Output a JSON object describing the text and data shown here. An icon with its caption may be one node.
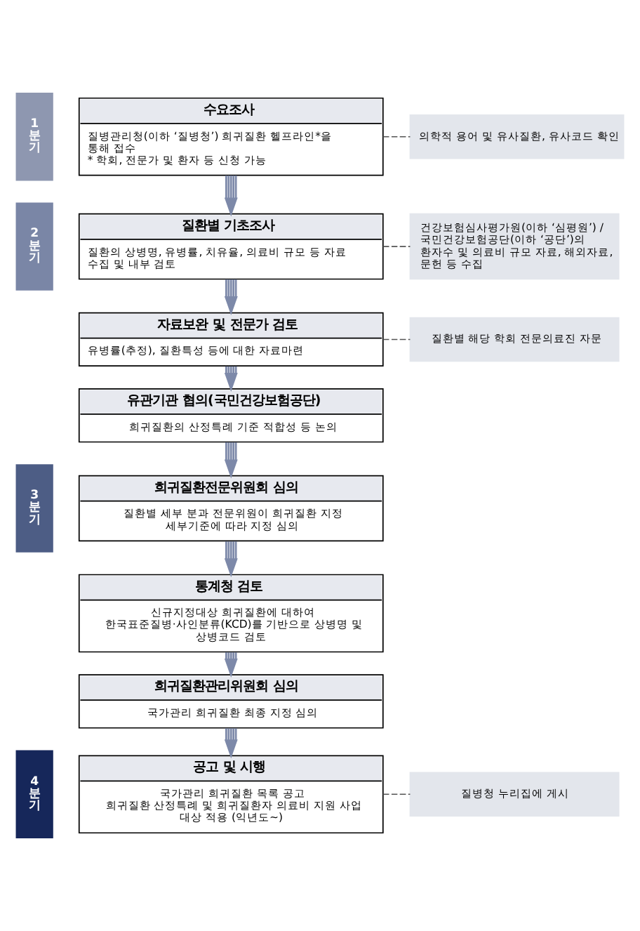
{
  "diagram": {
    "nodes": [
      {
        "text": [
          "1분기"
        ]
      },
      {
        "text": [
          "수요조사",
          "질병관리청(이하 ‘질병청’) 희귀질환 헬프라인*을 통해 접수",
          "* 학회, 전문가 및 환자 등 신청 가능"
        ]
      },
      {
        "text": [
          "의학적 용어 및 유사질환, 유사코드 확인"
        ]
      },
      {
        "text": [
          "2분기"
        ]
      },
      {
        "text": [
          "질환별 기초조사",
          "질환의 상병명, 유병률, 치유율, 의료비 규모 등 자료 수집 및 내부 검토"
        ]
      },
      {
        "text": [
          "건강보험심사평가원(이하 ‘심평원’) / 국민건강보험공단(이하 ‘공단’)의 환자수 및 의료비 규모 자료, 해외자료, 문헌 등 수집"
        ]
      },
      {
        "text": [
          "자료보완 및 전문가 검토",
          "유병률(추정), 질환특성 등에 대한 자료마련"
        ]
      },
      {
        "text": [
          "질환별 해당 학회 전문의료진 자문"
        ]
      },
      {
        "text": [
          "3분기"
        ]
      },
      {
        "text": [
          "유관기관 협의(국민건강보험공단)",
          "희귀질환의 산정특례 기준 적합성 등 논의"
        ]
      },
      {
        "text": [
          "희귀질환전문위원회 심의",
          "질환별 세부 분과 전문위원이 희귀질환 지정 세부기준에 따라 지정 심의"
        ]
      },
      {
        "text": [
          "통계청 검토",
          "신규지정대상 희귀질환에 대하여 한국표준질병·사인분류(KCD)를 기반으로 상병명 및 상병코드 검토"
        ]
      },
      {
        "text": [
          "희귀질환관리위원회 심의",
          "국가관리 희귀질환 최종 지정 심의"
        ]
      },
      {
        "text": [
          "4분기"
        ]
      },
      {
        "text": [
          "공고 및 시행",
          "국가관리 희귀질환 목록 공고",
          "희귀질환 산정특례 및 희귀질환자 의료비 지원 사업 대상 적용 (익년도~)"
        ]
      },
      {
        "text": [
          "질병청 누리집에 게시"
        ]
      }
    ],
    "edges": [
      {
        "from": 1,
        "to": 2,
        "arrow": "none",
        "style": "dashed",
        "color": "#555555"
      },
      {
        "from": 1,
        "to": 4,
        "arrow": "to"
      },
      {
        "from": 4,
        "to": 5,
        "arrow": "none",
        "style": "dashed",
        "color": "#555555"
      },
      {
        "from": 4,
        "to": 6,
        "arrow": "to"
      },
      {
        "from": 6,
        "to": 7,
        "arrow": "none",
        "style": "dashed",
        "color": "#555555"
      },
      {
        "from": 6,
        "to": 9,
        "arrow": "to"
      },
      {
        "from": 9,
        "to": 10,
        "arrow": "to"
      },
      {
        "from": 10,
        "to": 11,
        "arrow": "to"
      },
      {
        "from": 11,
        "to": 12,
        "arrow": "to"
      },
      {
        "from": 12,
        "to": 14,
        "arrow": "to"
      },
      {
        "from": 14,
        "to": 15,
        "arrow": "none",
        "style": "dashed",
        "color": "#555555"
      }
    ]
  }
}
